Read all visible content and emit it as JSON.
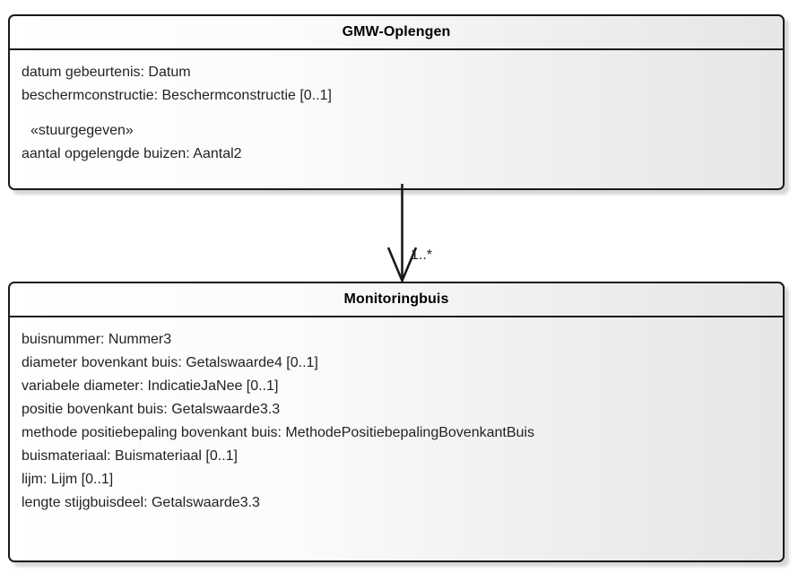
{
  "diagram": {
    "type": "uml-class-diagram",
    "background_color": "#ffffff",
    "border_color": "#1a1a1a",
    "text_color": "#231f20",
    "classes": [
      {
        "id": "gmw-oplengen",
        "name": "GMW-Oplengen",
        "attributes": [
          {
            "kind": "attribute",
            "text": "datum gebeurtenis: Datum"
          },
          {
            "kind": "attribute",
            "text": "beschermconstructie: Beschermconstructie [0..1]"
          },
          {
            "kind": "blank",
            "text": ""
          },
          {
            "kind": "stereotype",
            "text": "«stuurgegeven»"
          },
          {
            "kind": "attribute",
            "text": "aantal opgelengde buizen: Aantal2"
          }
        ]
      },
      {
        "id": "monitoringbuis",
        "name": "Monitoringbuis",
        "attributes": [
          {
            "kind": "attribute",
            "text": "buisnummer: Nummer3"
          },
          {
            "kind": "attribute",
            "text": "diameter bovenkant buis: Getalswaarde4 [0..1]"
          },
          {
            "kind": "attribute",
            "text": "variabele diameter: IndicatieJaNee [0..1]"
          },
          {
            "kind": "attribute",
            "text": "positie bovenkant buis: Getalswaarde3.3"
          },
          {
            "kind": "attribute",
            "text": "methode positiebepaling bovenkant buis: MethodePositiebepalingBovenkantBuis"
          },
          {
            "kind": "attribute",
            "text": "buismateriaal: Buismateriaal [0..1]"
          },
          {
            "kind": "attribute",
            "text": "lijm: Lijm [0..1]"
          },
          {
            "kind": "attribute",
            "text": "lengte stijgbuisdeel: Getalswaarde3.3"
          }
        ]
      }
    ],
    "connector": {
      "kind": "association",
      "arrow_style": "open-arrowhead",
      "direction": "down",
      "source": "GMW-Oplengen",
      "target": "Monitoringbuis",
      "target_multiplicity": "1..*"
    }
  }
}
